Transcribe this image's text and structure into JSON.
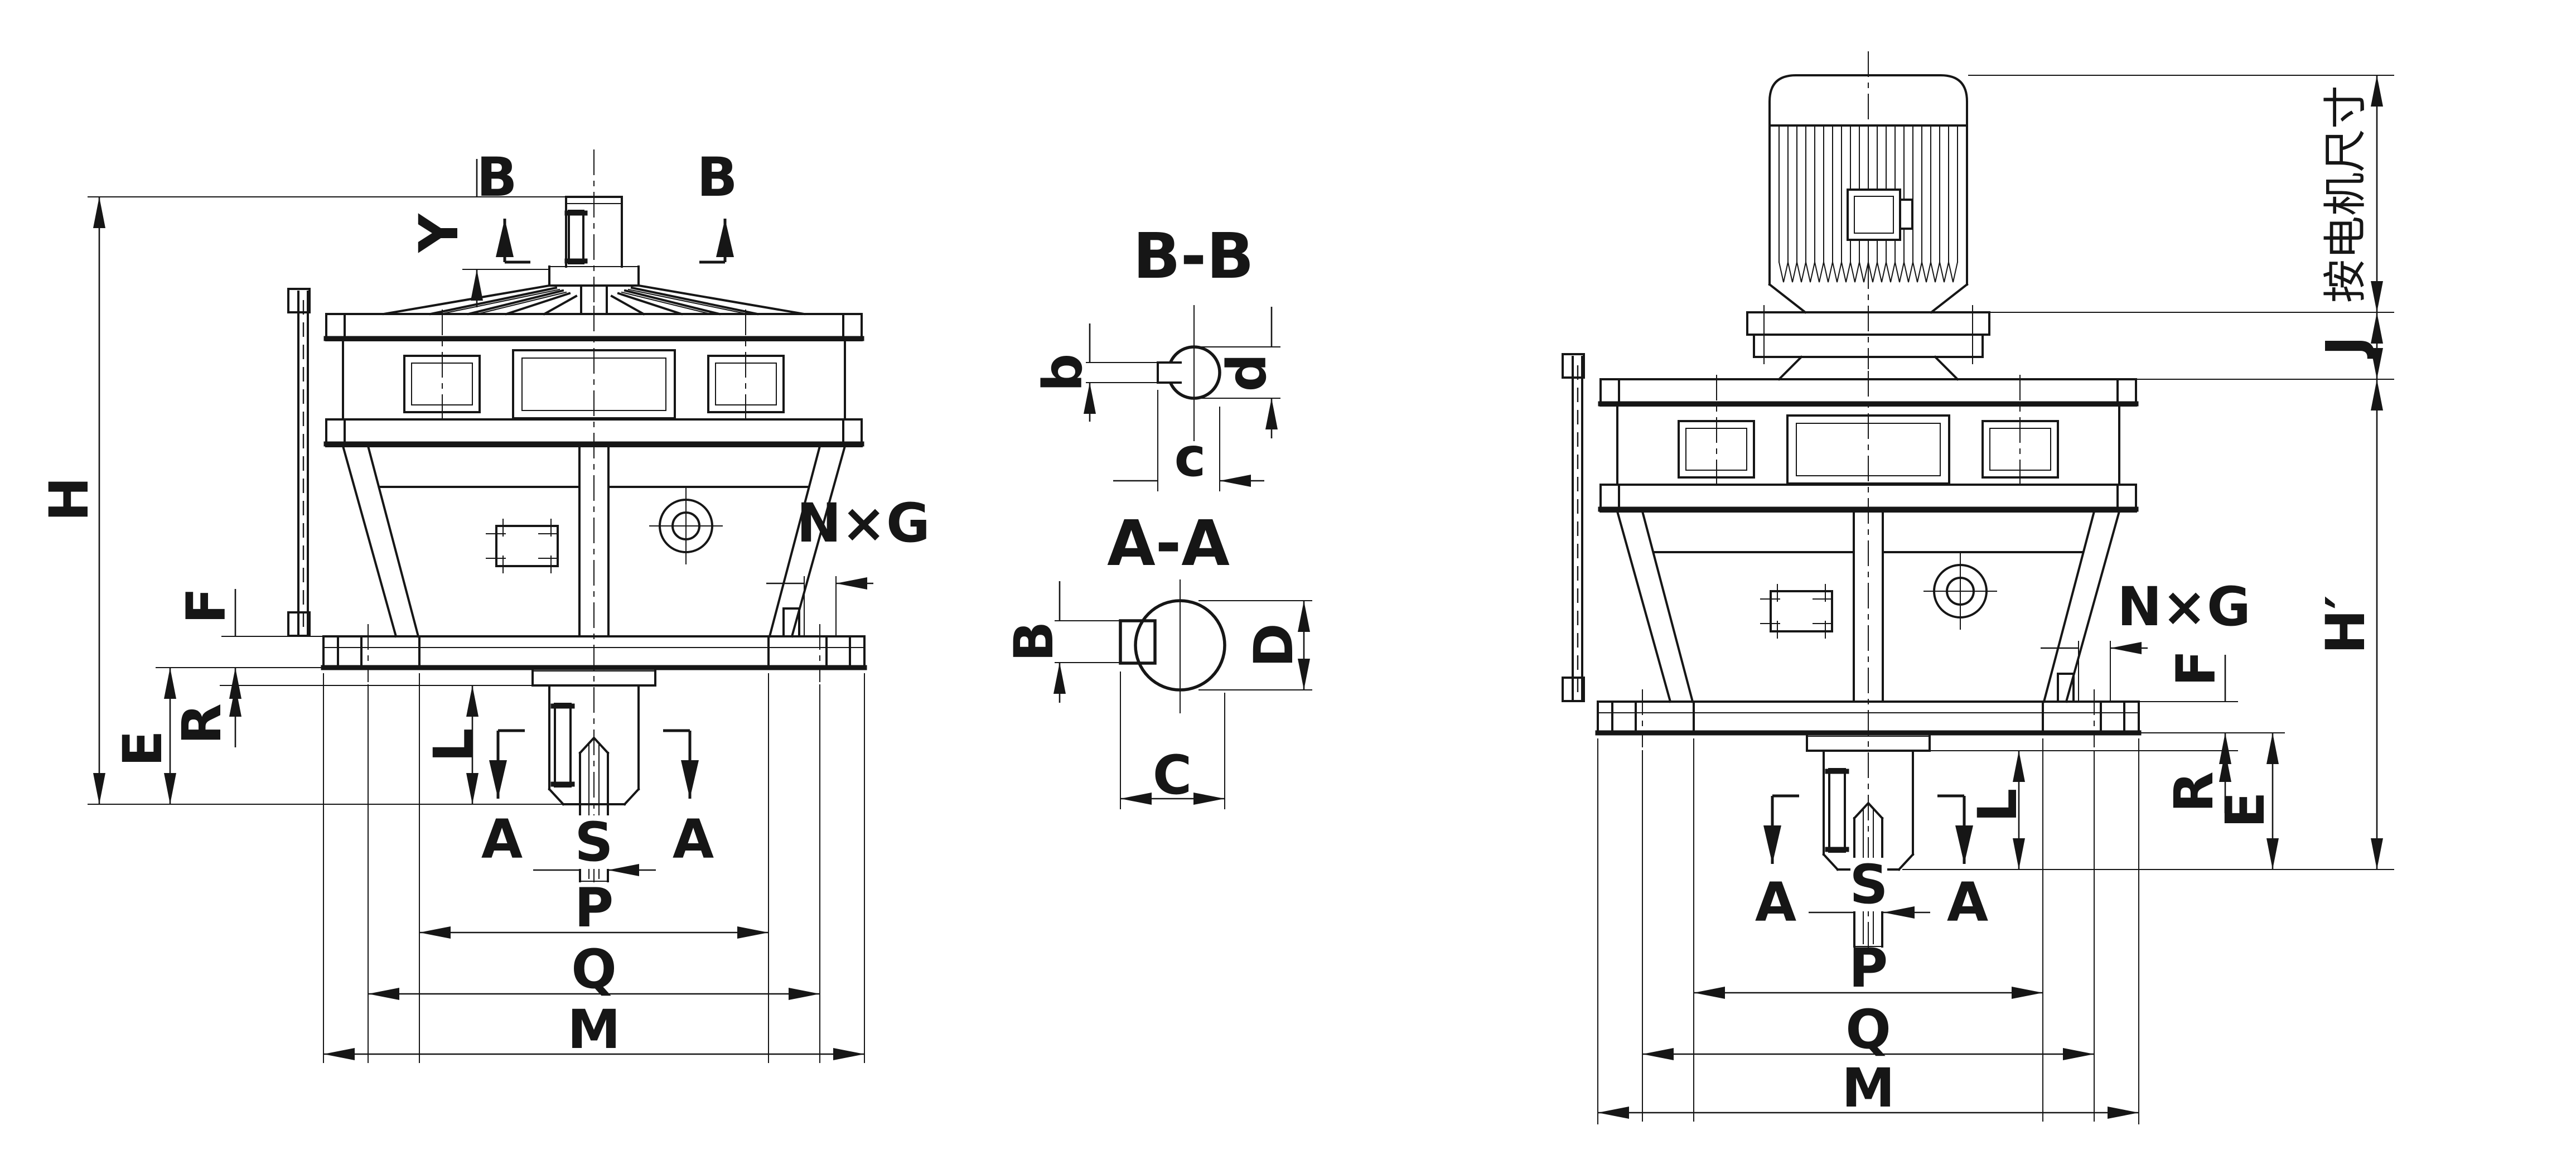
{
  "drawing": {
    "left_view": {
      "section_b_left": "B",
      "section_b_right": "B",
      "dim_y": "Y",
      "dim_h": "H",
      "dim_f": "F",
      "dim_r": "R",
      "dim_e": "E",
      "dim_l": "L",
      "section_a_left": "A",
      "section_a_right": "A",
      "dim_s": "S",
      "dim_p": "P",
      "dim_q": "Q",
      "dim_m": "M",
      "bolt_spec": "N×G"
    },
    "section_bb": {
      "title": "B-B",
      "dim_b": "b",
      "dim_c": "c",
      "dim_d": "d"
    },
    "section_aa": {
      "title": "A-A",
      "dim_b": "B",
      "dim_d": "D",
      "dim_c": "C"
    },
    "right_view": {
      "motor_dim_note": "按电机尺寸",
      "dim_j": "J",
      "dim_h_prime": "H′",
      "bolt_spec": "N×G",
      "dim_f": "F",
      "dim_r": "R",
      "dim_e": "E",
      "dim_l": "L",
      "section_a_left": "A",
      "section_a_right": "A",
      "dim_s": "S",
      "dim_p": "P",
      "dim_q": "Q",
      "dim_m": "M"
    }
  }
}
